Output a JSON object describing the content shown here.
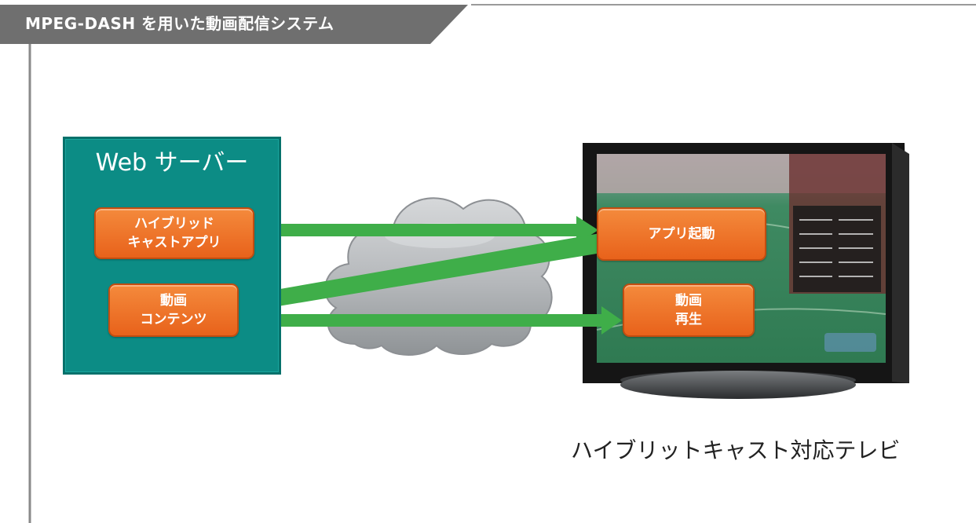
{
  "title": "MPEG-DASH を用いた動画配信システム",
  "server": {
    "label": "Web サーバー",
    "app": {
      "line1": "ハイブリッド",
      "line2": "キャストアプリ"
    },
    "content": {
      "line1": "動画",
      "line2": "コンテンツ"
    }
  },
  "tv": {
    "app_launch": "アプリ起動",
    "playback": {
      "line1": "動画",
      "line2": "再生"
    },
    "caption": "ハイブリットキャスト対応テレビ"
  },
  "colors": {
    "title_bar": "#6f6f6f",
    "server": "#0c8c85",
    "box": "#ee7626",
    "arrow": "#3fae49",
    "cloud": "#b9bcbf"
  },
  "icons": [
    "cloud-icon",
    "television-icon",
    "arrow-icon"
  ]
}
